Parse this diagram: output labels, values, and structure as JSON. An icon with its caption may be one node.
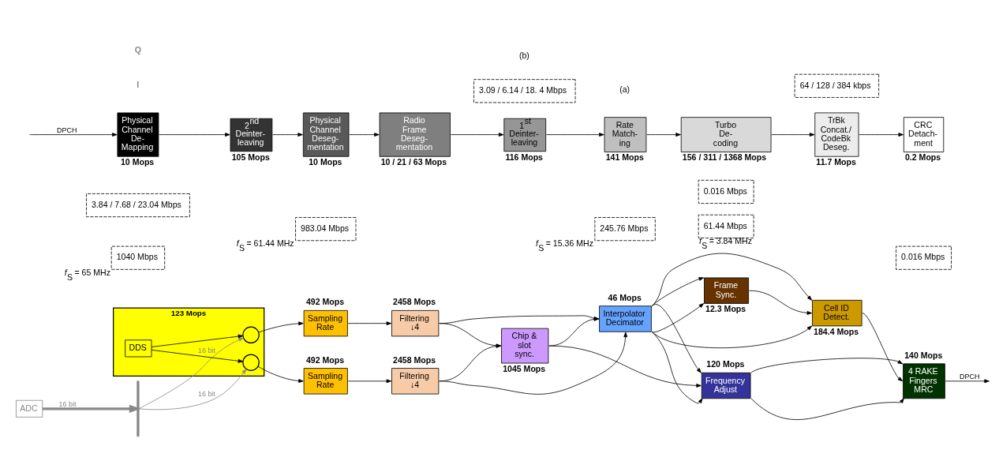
{
  "diagram": {
    "nodes": [
      {
        "text": [
          "ADC"
        ]
      },
      {
        "text": [],
        "shape": "bar"
      },
      {
        "text": [],
        "shape": "box",
        "beside": [
          "123 Mops"
        ]
      },
      {
        "text": [],
        "shape": "circle",
        "in": 2
      },
      {
        "text": [
          "DDS"
        ],
        "in": 2
      },
      {
        "text": [],
        "shape": "circle",
        "in": 2
      },
      {
        "text": [
          "Sampling Rate"
        ],
        "beside": [
          "492 Mops"
        ]
      },
      {
        "text": [
          "Sampling Rate"
        ],
        "beside": [
          "492 Mops"
        ]
      },
      {
        "text": [
          "Filtering",
          "↓4"
        ],
        "beside": [
          "2458 Mops"
        ]
      },
      {
        "text": [
          "Filtering",
          "↓4"
        ],
        "beside": [
          "2458 Mops"
        ]
      },
      {
        "text": [
          "Interpolator Decimator"
        ],
        "beside": [
          "46 Mops"
        ]
      },
      {
        "text": [
          "Frequency Adjust"
        ],
        "beside": [
          "120 Mops"
        ]
      },
      {
        "text": [
          "4 RAKE Fingers",
          "MRC"
        ],
        "beside": [
          "140 Mops"
        ]
      },
      {
        "text": [
          "Chip & slot sync."
        ],
        "beside": [
          "1045 Mops"
        ]
      },
      {
        "text": [
          "Frame Sync."
        ],
        "beside": [
          "12.3 Mops"
        ]
      },
      {
        "text": [
          "Cell ID Detect."
        ],
        "beside": [
          "184.4 Mops"
        ]
      },
      {
        "text": [
          "1040 Mbps"
        ],
        "beside": [
          "*f*$_{S}$ = 65 MHz"
        ]
      },
      {
        "text": [
          "983.04 Mbps"
        ],
        "beside": [
          "*f*$_{S}$ = 61.44 MHz"
        ]
      },
      {
        "text": [
          "245.76 Mbps"
        ],
        "beside": [
          "*f*$_{S}$ = 15.36 MHz"
        ]
      },
      {
        "text": [
          "61.44 Mbps"
        ],
        "beside": [
          "*f*$_{S}$ = 3.84 MHz"
        ]
      },
      {
        "text": [
          "0.016 Mbps"
        ]
      },
      {
        "text": [
          "0.016 Mbps"
        ]
      },
      {
        "text": [
          "3.84 / 7.68 / 23.04 Mbps"
        ]
      },
      {
        "text": [
          "Physical Channel De- Mapping"
        ],
        "beside": [
          "10 Mops"
        ]
      },
      {
        "text": [
          "2$^{nd}$ Deinter- leaving"
        ],
        "beside": [
          "105 Mops"
        ]
      },
      {
        "text": [
          "Physical Channel Deseg- mentation"
        ],
        "beside": [
          "10 Mops"
        ]
      },
      {
        "text": [
          "Radio Frame Deseg- mentation"
        ],
        "beside": [
          "10 / 21 / 63 Mops"
        ]
      },
      {
        "text": [
          "3.09 / 6.14 / 18. 4 Mbps"
        ]
      },
      {
        "text": [
          "1$^{st}$ Deinter- leaving"
        ],
        "beside": [
          "116 Mops"
        ]
      },
      {
        "text": [
          "Rate Match- ing"
        ],
        "beside": [
          "141 Mops"
        ]
      },
      {
        "text": [
          "Turbo De- coding"
        ],
        "beside": [
          "156 / 311 / 1368 Mops"
        ]
      },
      {
        "text": [
          "64 / 128 / 384 kbps"
        ]
      },
      {
        "text": [
          "TrBk Concat./ CodeBk Deseg."
        ],
        "beside": [
          "11.7 Mops"
        ]
      },
      {
        "text": [
          "CRC Detach- ment"
        ],
        "beside": [
          "0.2 Mops"
        ]
      }
    ],
    "edges": [
      {
        "from": 0,
        "to": 1,
        "arrow": "to",
        "label": "16 bit",
        "style": "thick",
        "color": "#888888"
      },
      {
        "from": 1,
        "to": 3,
        "arrow": "to",
        "label": "16 bit",
        "color": "#888888"
      },
      {
        "from": 1,
        "to": 5,
        "arrow": "to",
        "label": "16 bit",
        "color": "#888888"
      },
      {
        "from": 4,
        "to": 3,
        "arrow": "to"
      },
      {
        "from": 4,
        "to": 5,
        "arrow": "to"
      },
      {
        "from": 3,
        "to": 6,
        "arrow": "to"
      },
      {
        "from": 5,
        "to": 7,
        "arrow": "to"
      },
      {
        "from": 6,
        "to": 8,
        "arrow": "to"
      },
      {
        "from": 7,
        "to": 9,
        "arrow": "to"
      },
      {
        "from": 8,
        "to": 10,
        "arrow": "to"
      },
      {
        "from": 9,
        "to": 10,
        "arrow": "to"
      },
      {
        "from": 8,
        "to": 13,
        "arrow": "to"
      },
      {
        "from": 9,
        "to": 13,
        "arrow": "to"
      },
      {
        "from": 13,
        "to": 10,
        "arrow": "to"
      },
      {
        "from": 13,
        "to": 11,
        "arrow": "to"
      },
      {
        "from": 10,
        "to": 11,
        "arrow": "to"
      },
      {
        "from": 10,
        "to": 11,
        "arrow": "to"
      },
      {
        "from": 10,
        "to": 14,
        "arrow": "to"
      },
      {
        "from": 10,
        "to": 14,
        "arrow": "to"
      },
      {
        "from": 10,
        "to": 15,
        "arrow": "to"
      },
      {
        "from": 10,
        "to": 15,
        "arrow": "to"
      },
      {
        "from": 14,
        "to": 15,
        "arrow": "to"
      },
      {
        "from": 11,
        "to": 12,
        "arrow": "to"
      },
      {
        "from": 11,
        "to": 12,
        "arrow": "to"
      },
      {
        "from": 15,
        "to": 12,
        "arrow": "to"
      },
      {
        "from": 12,
        "to": null,
        "arrow": "to",
        "label": "DPCH"
      },
      {
        "from": null,
        "to": 23,
        "arrow": "to",
        "label": "DPCH"
      },
      {
        "from": 23,
        "to": 24,
        "arrow": "to"
      },
      {
        "from": 24,
        "to": 25,
        "arrow": "to"
      },
      {
        "from": 25,
        "to": 26,
        "arrow": "to"
      },
      {
        "from": 26,
        "to": 28,
        "arrow": "to"
      },
      {
        "from": 28,
        "to": 29,
        "arrow": "to"
      },
      {
        "from": 29,
        "to": 30,
        "arrow": "to"
      },
      {
        "from": 30,
        "to": 32,
        "arrow": "to"
      },
      {
        "from": 32,
        "to": 33,
        "arrow": "to"
      }
    ],
    "labels": [
      "I",
      "Q",
      "(a)",
      "(b)"
    ]
  }
}
